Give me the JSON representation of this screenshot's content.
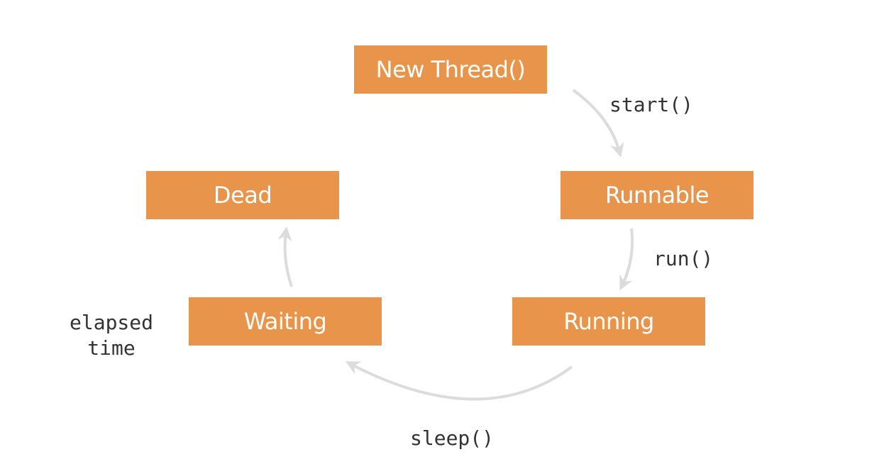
{
  "states": {
    "new_thread": "New Thread()",
    "runnable": "Runnable",
    "running": "Running",
    "waiting": "Waiting",
    "dead": "Dead"
  },
  "transitions": {
    "start": "start()",
    "run": "run()",
    "sleep": "sleep()",
    "elapsed_line1": "elapsed",
    "elapsed_line2": "time"
  },
  "colors": {
    "state_fill": "#e8944a",
    "state_text": "#ffffff",
    "arrow": "#dcdcdc",
    "label_text": "#333333"
  }
}
